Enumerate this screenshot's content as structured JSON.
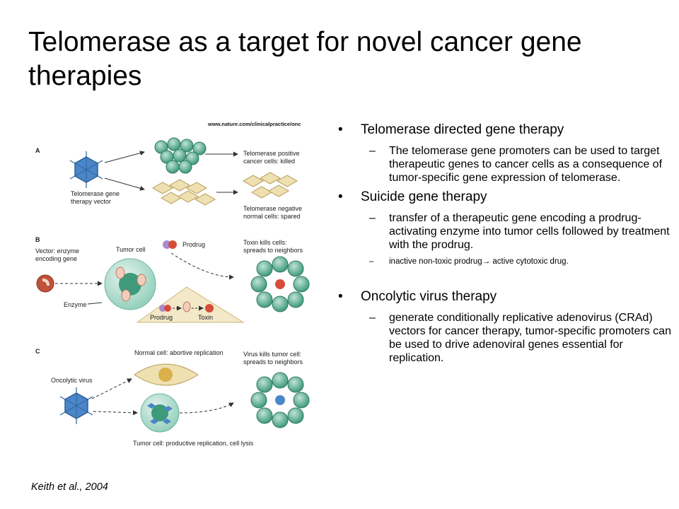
{
  "title": "Telomerase as a target for novel cancer gene therapies",
  "citation": "Keith et al., 2004",
  "figure": {
    "url": "www.nature.com/clinicalpractice/onc",
    "panel_a": {
      "label": "A",
      "vector_label_1": "Telomerase gene",
      "vector_label_2": "therapy vector",
      "positive_1": "Telomerase positive",
      "positive_2": "cancer cells: killed",
      "negative_1": "Telomerase negative",
      "negative_2": "normal cells: spared"
    },
    "panel_b": {
      "label": "B",
      "vector_1": "Vector: enzyme",
      "vector_2": "encoding gene",
      "tumor_cell": "Tumor cell",
      "prodrug_top": "Prodrug",
      "toxin_1": "Toxin kills cells:",
      "toxin_2": "spreads to neighbors",
      "enzyme": "Enzyme",
      "prodrug_bottom": "Prodrug",
      "toxin": "Toxin"
    },
    "panel_c": {
      "label": "C",
      "normal_cell": "Normal cell: abortive replication",
      "oncolytic": "Oncolytic virus",
      "virus_kills_1": "Virus kills tumor cell:",
      "virus_kills_2": "spreads to neighbors",
      "tumor_cell": "Tumor cell: productive replication, cell lysis"
    }
  },
  "bullets": [
    {
      "marker": "•",
      "text": "Telomerase directed gene therapy",
      "sub": [
        {
          "marker": "–",
          "text": "The telomerase gene promoters can be used to target therapeutic genes to cancer cells as a consequence of tumor-specific gene expression of telomerase."
        }
      ]
    },
    {
      "marker": "•",
      "text": "Suicide gene therapy",
      "sub": [
        {
          "marker": "–",
          "text": "transfer of a therapeutic gene encoding a prodrug-activating enzyme into tumor cells followed by treatment with the prodrug."
        },
        {
          "marker": "–",
          "text_a": "inactive non-toxic prodrug",
          "arrow": "→",
          "text_b": " active cytotoxic drug."
        }
      ]
    },
    {
      "marker": "•",
      "text": "Oncolytic virus therapy",
      "sub": [
        {
          "marker": "–",
          "text": "generate conditionally replicative adenovirus (CRAd) vectors for cancer therapy, tumor-specific promoters can be used to drive adenoviral genes essential for replication."
        }
      ]
    }
  ]
}
